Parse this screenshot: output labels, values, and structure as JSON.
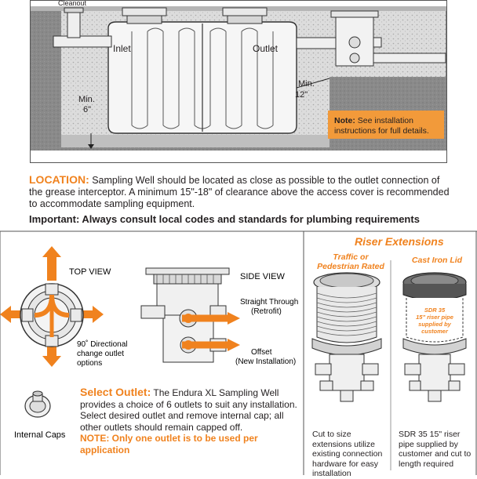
{
  "top_diagram": {
    "cleanout_label": "Cleanout",
    "inlet_label": "Inlet",
    "outlet_label": "Outlet",
    "min6_line1": "Min.",
    "min6_line2": "6\"",
    "min12_line1": "Min.",
    "min12_line2": "12\"",
    "note_bold": "Note:",
    "note_rest_line1": " See installation",
    "note_line2": "instructions for full details."
  },
  "location": {
    "lead": "LOCATION:",
    "text": " Sampling Well should be located as close as possible to the outlet connection of the grease interceptor. A minimum 15\"-18\" of clearance above the access cover is recommended to accommodate sampling equipment."
  },
  "important": "Important: Always consult local codes and standards for plumbing requirements",
  "left_panel": {
    "top_view_label": "TOP VIEW",
    "side_view_label": "SIDE  VIEW",
    "directional_line1": "90˚ Directional",
    "directional_line2": "change outlet",
    "directional_line3": "options",
    "straight_line1": "Straight Through",
    "straight_line2": "(Retrofit)",
    "offset_line1": "Offset",
    "offset_line2": "(New Installation)",
    "internal_caps": "Internal Caps"
  },
  "select_outlet": {
    "head": "Select Outlet:",
    "text": " The Endura XL Sampling Well provides a choice of 6 outlets to suit any installation. Select desired outlet and remove internal cap; all other outlets should remain capped off.",
    "note": "NOTE: Only one outlet is to be used per application"
  },
  "riser": {
    "title": "Riser Extensions",
    "left_sub_line1": "Traffic or",
    "left_sub_line2": "Pedestrian Rated",
    "right_sub": "Cast Iron Lid",
    "sdr_line1": "SDR 35",
    "sdr_line2": "15\" riser pipe",
    "sdr_line3": "supplied by",
    "sdr_line4": "customer",
    "left_caption": "Cut to size extensions utilize existing connection hardware for easy installation",
    "right_caption": "SDR 35 15\" riser pipe supplied by customer and cut to length required"
  },
  "colors": {
    "accent": "#f0821e",
    "soil": "#7a7a7a",
    "gravel": "#d8d8d8",
    "note_box": "#f29a3a"
  }
}
